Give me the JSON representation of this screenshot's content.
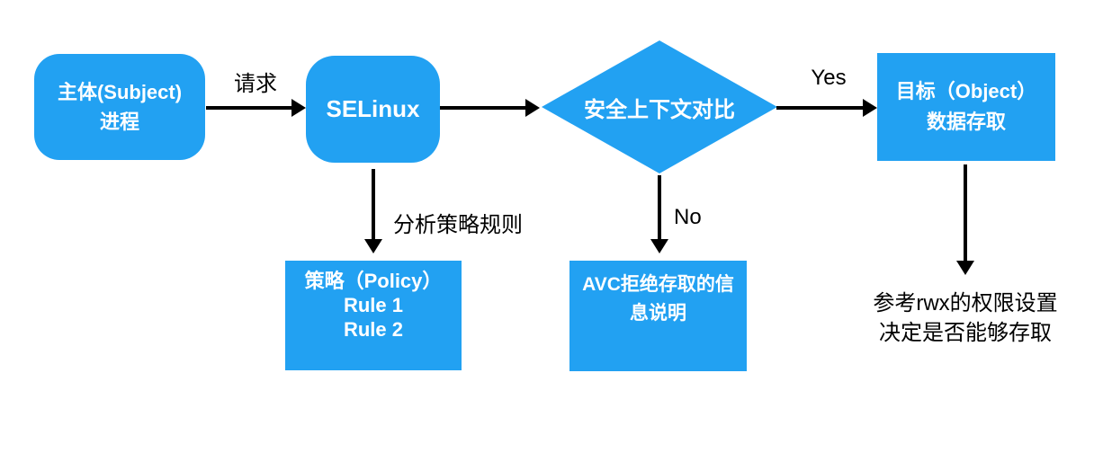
{
  "colors": {
    "node_fill": "#22a1f2",
    "node_text": "#ffffff",
    "arrow": "#000000",
    "label_text": "#000000",
    "background": "#ffffff"
  },
  "nodes": {
    "subject": {
      "line1": "主体(Subject)",
      "line2": "进程"
    },
    "selinux": {
      "label": "SELinux"
    },
    "decision": {
      "label": "安全上下文对比"
    },
    "object": {
      "line1": "目标（Object）",
      "line2": "数据存取"
    },
    "policy": {
      "line1": "策略（Policy）",
      "line2": "Rule 1",
      "line3": "Rule 2"
    },
    "avc": {
      "line1": "AVC拒绝存取的信",
      "line2": "息说明"
    }
  },
  "edges": {
    "request_label": "请求",
    "yes_label": "Yes",
    "no_label": "No",
    "analyze_label": "分析策略规则"
  },
  "notes": {
    "rwx_line1": "参考rwx的权限设置",
    "rwx_line2": "决定是否能够存取"
  }
}
